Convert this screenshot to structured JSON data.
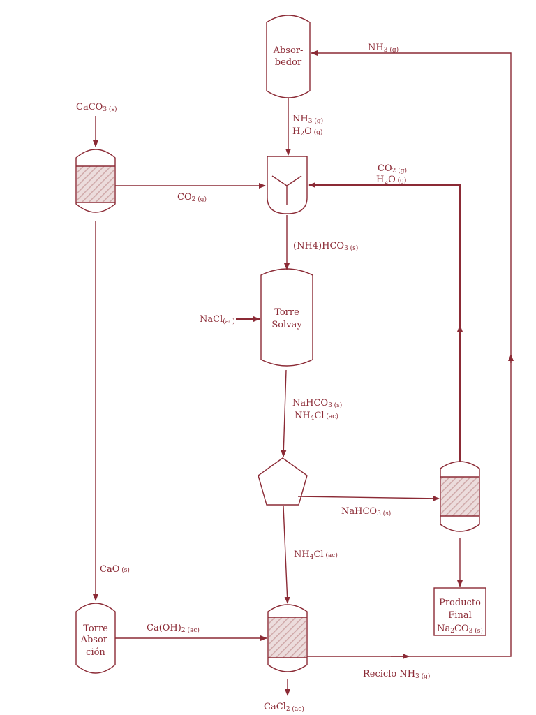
{
  "colors": {
    "stroke": "#8b2a35",
    "text": "#8b2a35",
    "hatch": "#d9b7b7",
    "background": "#ffffff"
  },
  "units": {
    "absorbedor": {
      "line1": "Absor-",
      "line2": "bedor"
    },
    "solvay": {
      "line1": "Torre",
      "line2": "Solvay"
    },
    "torre_absorcion": {
      "line1": "Torre",
      "line2": "Absor-",
      "line3": "ción"
    },
    "producto": {
      "line1": "Producto",
      "line2": "Final",
      "line3_main": "Na",
      "line3_s1": "2",
      "line3_m2": "CO",
      "line3_s2": "3",
      "line3_sub": " (s)"
    }
  },
  "streams": {
    "nh3_top": {
      "main": "NH",
      "s1": "3",
      "sub": " (g)"
    },
    "nh3_down": {
      "main": "NH",
      "s1": "3",
      "sub": " (g)"
    },
    "h2o_down": {
      "m1": "H",
      "s1": "2",
      "m2": "O",
      "sub": " (g)"
    },
    "caco3": {
      "main": "CaCO",
      "s1": "3",
      "sub": " (s)"
    },
    "co2_left": {
      "main": "CO",
      "s1": "2",
      "sub": " (g)"
    },
    "co2_right": {
      "main": "CO",
      "s1": "2",
      "sub": " (g)"
    },
    "h2o_right": {
      "m1": "H",
      "s1": "2",
      "m2": "O",
      "sub": " (g)"
    },
    "nh4hco3": {
      "main": "(NH4)HCO",
      "s1": "3",
      "sub": " (s)"
    },
    "nacl": {
      "main": "NaCl",
      "sub": "(ac)"
    },
    "nahco3_down": {
      "main": "NaHCO",
      "s1": "3",
      "sub": " (s)"
    },
    "nh4cl_down": {
      "main": "NH",
      "s1": "4",
      "m2": "Cl",
      "sub": " (ac)"
    },
    "nahco3_right": {
      "main": "NaHCO",
      "s1": "3",
      "sub": " (s)"
    },
    "nh4cl_lower": {
      "main": "NH",
      "s1": "4",
      "m2": "Cl",
      "sub": " (ac)"
    },
    "cao": {
      "main": "CaO",
      "sub": " (s)"
    },
    "caoh2": {
      "main": "Ca(OH)",
      "s1": "2",
      "sub": " (ac)"
    },
    "reciclo": {
      "main": "Reciclo NH",
      "s1": "3",
      "sub": " (g)"
    },
    "cacl2": {
      "main": "CaCl",
      "s1": "2",
      "sub": " (ac)"
    }
  }
}
